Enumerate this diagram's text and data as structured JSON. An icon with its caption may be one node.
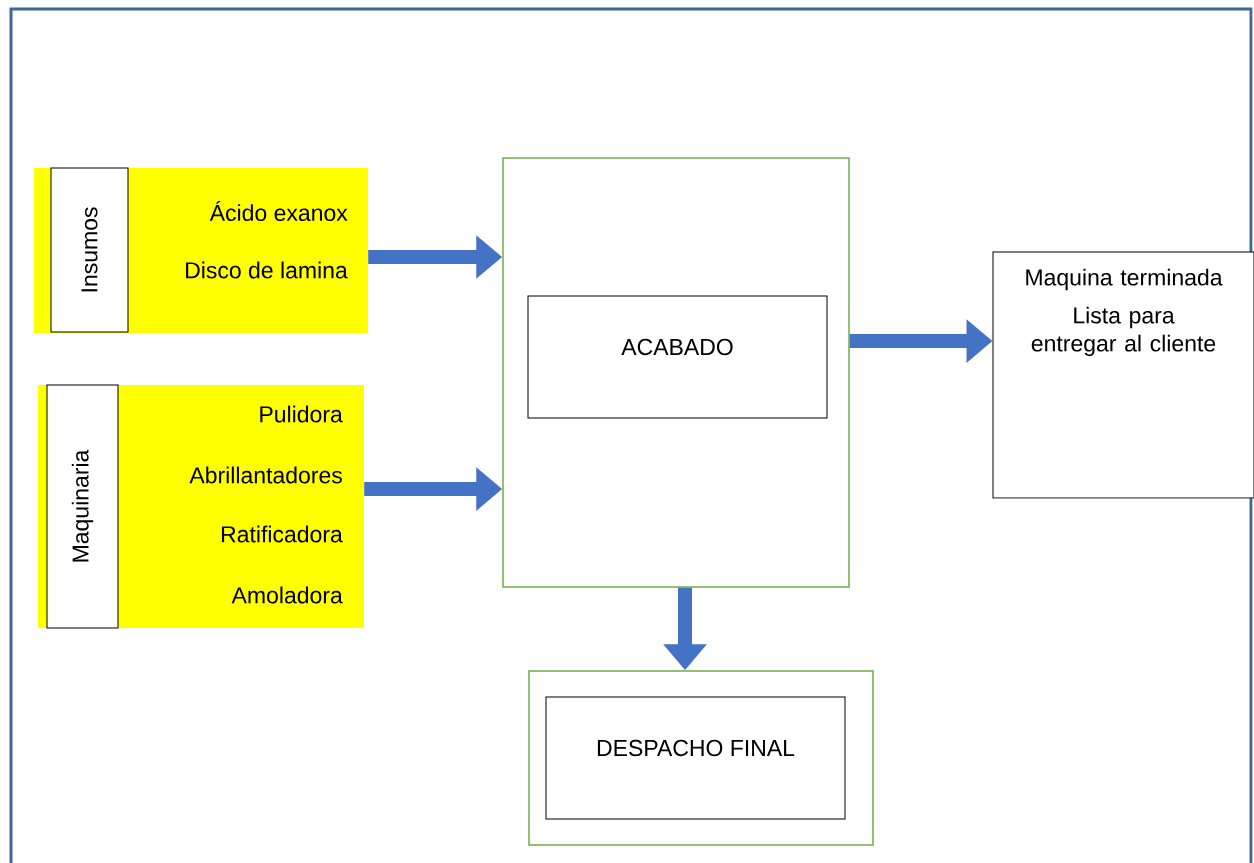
{
  "diagram": {
    "nodes": [
      {
        "text": [
          "Ácido exanox",
          "Disco de lamina"
        ]
      },
      {
        "text": [
          "Insumos"
        ],
        "in": 0
      },
      {
        "text": [
          "Pulidora",
          "Abrillantadores",
          "Ratificadora",
          "Amoladora"
        ]
      },
      {
        "text": [
          "Maquinaria"
        ],
        "in": 2
      },
      {
        "text": [],
        "shape": "box"
      },
      {
        "text": [
          "ACABADO"
        ],
        "in": 4
      },
      {
        "text": [],
        "shape": "box"
      },
      {
        "text": [
          "DESPACHO FINAL"
        ],
        "in": 6
      },
      {
        "text": [
          "Maquina terminada",
          "Lista para entregar al cliente"
        ]
      }
    ],
    "edges": [
      {
        "from": 0,
        "to": 4,
        "arrow": "to"
      },
      {
        "from": 2,
        "to": 4,
        "arrow": "to"
      },
      {
        "from": 4,
        "to": 8,
        "arrow": "to"
      },
      {
        "from": 4,
        "to": 6,
        "arrow": "to"
      }
    ]
  }
}
